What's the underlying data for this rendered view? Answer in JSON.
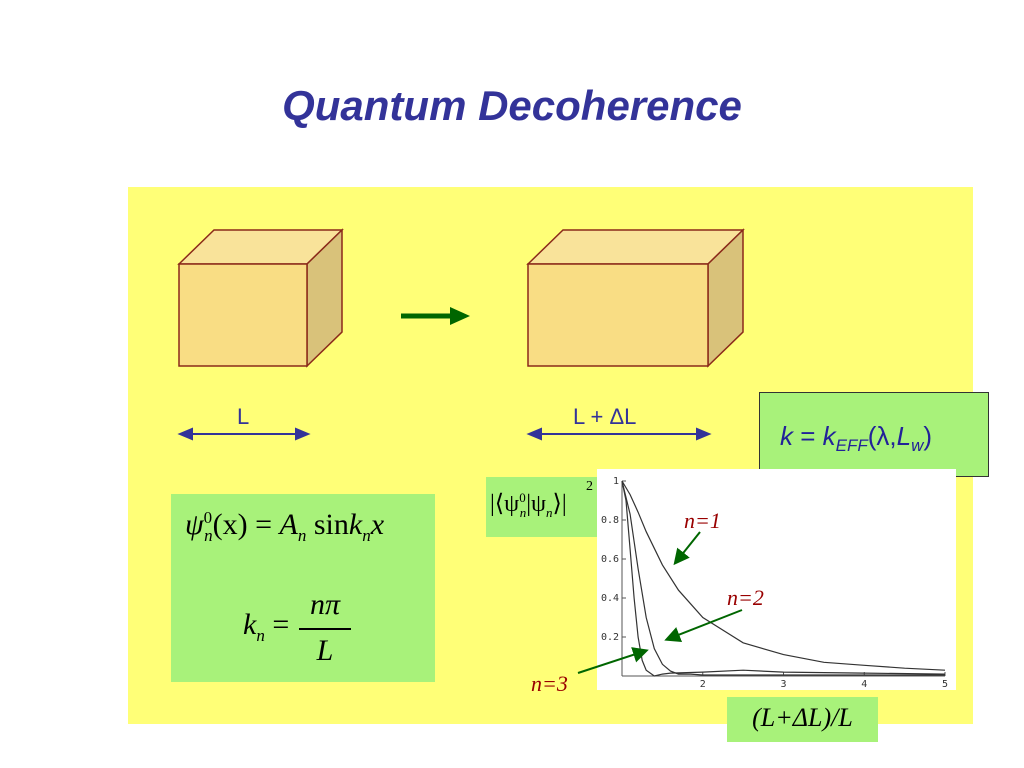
{
  "title": "Quantum Decoherence",
  "box_labels": {
    "left": "L",
    "right": "L + ΔL"
  },
  "keff_formula": {
    "k": "k",
    "eq": " = ",
    "kk": "k",
    "sub": "EFF",
    "args_open": "(λ,",
    "lw": "L",
    "lw_sub": "w",
    "args_close": ")"
  },
  "wavefunction": {
    "psi": "ψ",
    "sup": "0",
    "sub_n": "n",
    "arg": "(x) = ",
    "A": "A",
    "A_sub": "n",
    "sin": " sin",
    "k": "k",
    "k_sub": "n",
    "x": "x",
    "kn": "k",
    "kn_sub": "n",
    "eq": " = ",
    "numer": "nπ",
    "denom": "L"
  },
  "overlap": {
    "text": "|⟨ψ",
    "sup0": "0",
    "subn": "n",
    "mid": "|ψ",
    "subn2": "n",
    "end": "⟩|",
    "power": "2"
  },
  "xaxis_label": "(L+ΔL)/L",
  "curve_labels": [
    "n=1",
    "n=2",
    "n=3"
  ],
  "chart_data": {
    "type": "line",
    "xlim": [
      1,
      5
    ],
    "ylim": [
      0,
      1
    ],
    "x_ticks": [
      "2",
      "3",
      "4",
      "5"
    ],
    "y_ticks": [
      "1",
      "0.8",
      "0.6",
      "0.4",
      "0.2"
    ],
    "series": [
      {
        "name": "n=1",
        "x": [
          1,
          1.1,
          1.2,
          1.3,
          1.5,
          1.7,
          2.0,
          2.5,
          3.0,
          3.5,
          4.0,
          4.5,
          5.0
        ],
        "values": [
          1,
          0.93,
          0.84,
          0.74,
          0.57,
          0.44,
          0.3,
          0.17,
          0.11,
          0.07,
          0.055,
          0.04,
          0.03
        ]
      },
      {
        "name": "n=2",
        "x": [
          1,
          1.1,
          1.2,
          1.3,
          1.4,
          1.5,
          1.6,
          1.7,
          1.85,
          2.0,
          3.0,
          5.0
        ],
        "values": [
          1,
          0.83,
          0.55,
          0.3,
          0.14,
          0.06,
          0.025,
          0.01,
          0.01,
          0.005,
          0.005,
          0.005
        ]
      },
      {
        "name": "n=3",
        "x": [
          1,
          1.05,
          1.1,
          1.15,
          1.2,
          1.25,
          1.3,
          1.4,
          1.5,
          1.6,
          2.0,
          2.5,
          3.0,
          4.0,
          5.0
        ],
        "values": [
          1,
          0.9,
          0.65,
          0.4,
          0.2,
          0.08,
          0.03,
          0.0,
          0.01,
          0.015,
          0.02,
          0.03,
          0.02,
          0.015,
          0.01
        ]
      }
    ]
  }
}
